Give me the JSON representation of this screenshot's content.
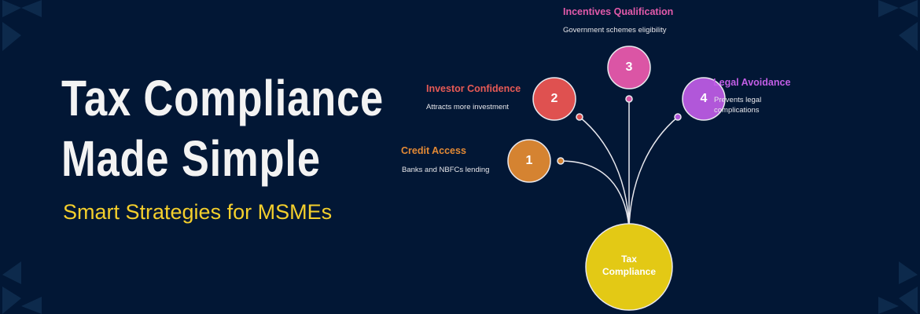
{
  "header": {
    "title_line1": "Tax Compliance",
    "title_line2": "Made Simple",
    "subtitle": "Smart Strategies for MSMEs"
  },
  "diagram": {
    "center": {
      "label_line1": "Tax",
      "label_line2": "Compliance",
      "color": "#e3c915"
    },
    "items": [
      {
        "number": "1",
        "title": "Credit Access",
        "description": "Banks and NBFCs lending",
        "color": "#d58331"
      },
      {
        "number": "2",
        "title": "Investor Confidence",
        "description": "Attracts more investment",
        "color": "#df5150"
      },
      {
        "number": "3",
        "title": "Incentives Qualification",
        "description": "Government schemes eligibility",
        "color": "#db55a5"
      },
      {
        "number": "4",
        "title": "Legal Avoidance",
        "description_line1": "Prevents legal",
        "description_line2": "complications",
        "color": "#b157d9"
      }
    ]
  }
}
